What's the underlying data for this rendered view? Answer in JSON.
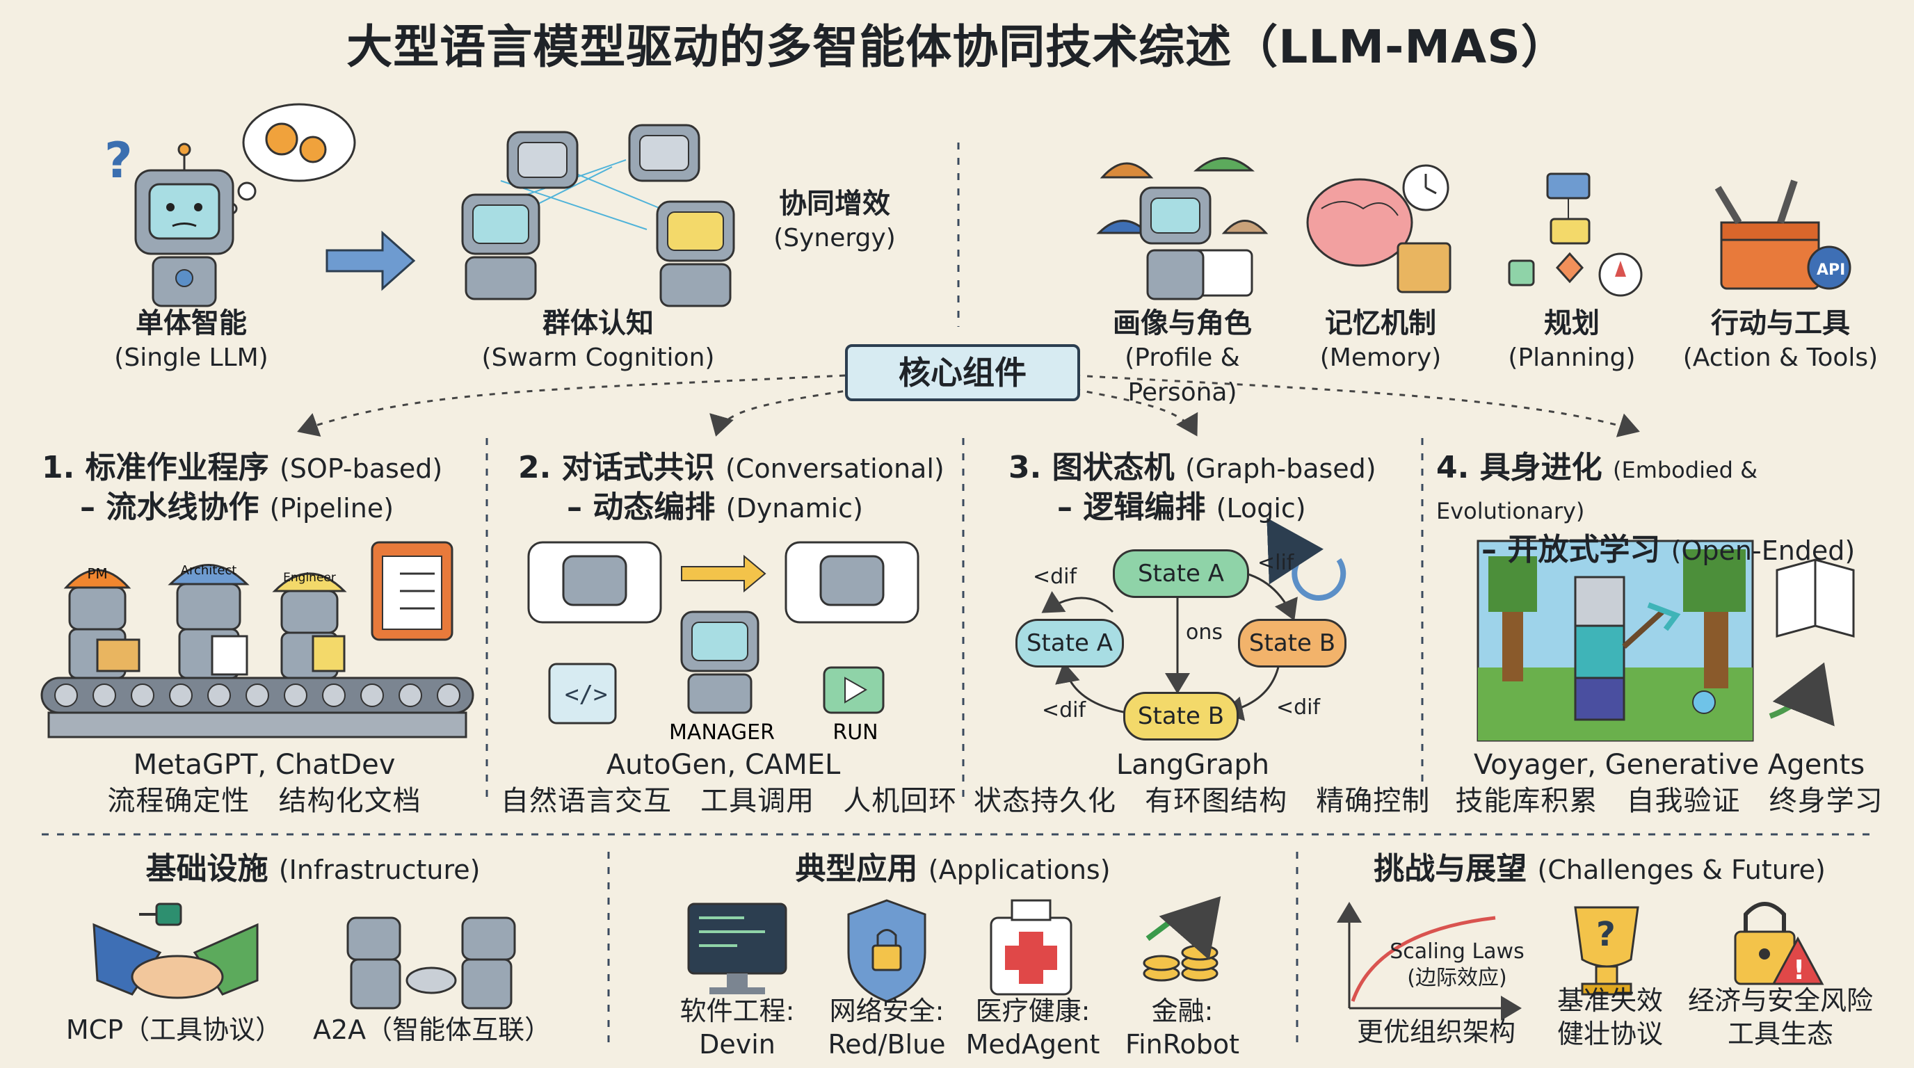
{
  "title": "大型语言模型驱动的多智能体协同技术综述（LLM-MAS）",
  "top_left": {
    "single": {
      "zh": "单体智能",
      "en": "(Single LLM)"
    },
    "swarm": {
      "zh": "群体认知",
      "en": "(Swarm Cognition)"
    },
    "synergy": {
      "zh": "协同增效",
      "en": "(Synergy)"
    }
  },
  "core_banner": "核心组件",
  "components": [
    {
      "zh": "画像与角色",
      "en": "(Profile & Persona)"
    },
    {
      "zh": "记忆机制",
      "en": "(Memory)"
    },
    {
      "zh": "规划",
      "en": "(Planning)"
    },
    {
      "zh": "行动与工具",
      "en": "(Action & Tools)"
    }
  ],
  "paradigms": [
    {
      "line1_zh": "1. 标准作业程序",
      "line1_en": "(SOP-based)",
      "line2_zh": "– 流水线协作",
      "line2_en": "(Pipeline)",
      "examples": "MetaGPT, ChatDev",
      "features": "流程确定性   结构化文档",
      "labels": [
        "PM",
        "Architect",
        "Engineer"
      ]
    },
    {
      "line1_zh": "2. 对话式共识",
      "line1_en": "(Conversational)",
      "line2_zh": "– 动态编排",
      "line2_en": "(Dynamic)",
      "examples": "AutoGen, CAMEL",
      "features": "自然语言交互   工具调用   人机回环",
      "labels": [
        "MANAGER",
        "RUN"
      ]
    },
    {
      "line1_zh": "3. 图状态机",
      "line1_en": "(Graph-based)",
      "line2_zh": "– 逻辑编排",
      "line2_en": "(Logic)",
      "examples": "LangGraph",
      "features": "状态持久化   有环图结构   精确控制",
      "nodes": [
        "State A",
        "State A",
        "State B",
        "State B"
      ],
      "edges": [
        "<dif",
        "<lif",
        "ons",
        "<dif",
        "<dif"
      ]
    },
    {
      "line1_zh": "4. 具身进化",
      "line1_en": "(Embodied & Evolutionary)",
      "line2_zh": "– 开放式学习",
      "line2_en": "(Open-Ended)",
      "examples": "Voyager, Generative Agents",
      "features": "技能库积累   自我验证   终身学习"
    }
  ],
  "bottom": {
    "infra": {
      "zh": "基础设施",
      "en": "(Infrastructure)",
      "items": [
        "MCP（工具协议）",
        "A2A（智能体互联）"
      ]
    },
    "apps": {
      "zh": "典型应用",
      "en": "(Applications)",
      "items": [
        {
          "l1": "软件工程:",
          "l2": "Devin"
        },
        {
          "l1": "网络安全:",
          "l2": "Red/Blue"
        },
        {
          "l1": "医疗健康:",
          "l2": "MedAgent"
        },
        {
          "l1": "金融:",
          "l2": "FinRobot"
        }
      ]
    },
    "challenges": {
      "zh": "挑战与展望",
      "en": "(Challenges & Future)",
      "scaling_l1": "Scaling Laws",
      "scaling_l2": "(边际效应)",
      "items": [
        {
          "l1": "更优组织架构",
          "l2": ""
        },
        {
          "l1": "基准失效",
          "l2": "健壮协议"
        },
        {
          "l1": "经济与安全风险",
          "l2": "工具生态"
        }
      ]
    }
  },
  "colors": {
    "bg": "#f4efe2",
    "accent_blue": "#5b8fc7",
    "green_state": "#8fd3a8",
    "orange_state": "#f2b36b",
    "yellow_state": "#f3d96a"
  }
}
